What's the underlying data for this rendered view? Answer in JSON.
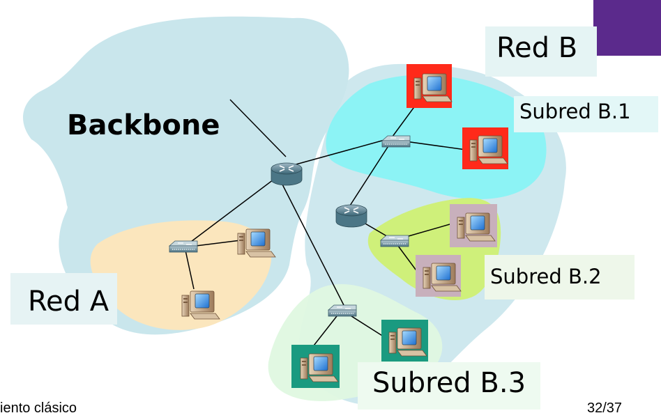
{
  "labels": {
    "backbone": "Backbone",
    "red_a": "Red A",
    "red_b": "Red B",
    "subred_b1": "Subred B.1",
    "subred_b2": "Subred B.2",
    "subred_b3": "Subred B.3"
  },
  "footer": {
    "title": "iento clásico",
    "page": "32/37"
  },
  "colors": {
    "backbone_cloud": "#c9e6ec",
    "red_a_area": "#fbe6bd",
    "subred_b1_area": "#8cf3f5",
    "subred_b2_area": "#cff07a",
    "subred_b3_area": "#dff8e0",
    "accent": "#5b2a8c",
    "pc_bg_b1": "#ff2a1a",
    "pc_bg_b2": "#c8b0bc",
    "pc_bg_b3": "#1a9a80"
  },
  "icons": [
    "router-icon",
    "hub-icon",
    "computer-icon"
  ]
}
